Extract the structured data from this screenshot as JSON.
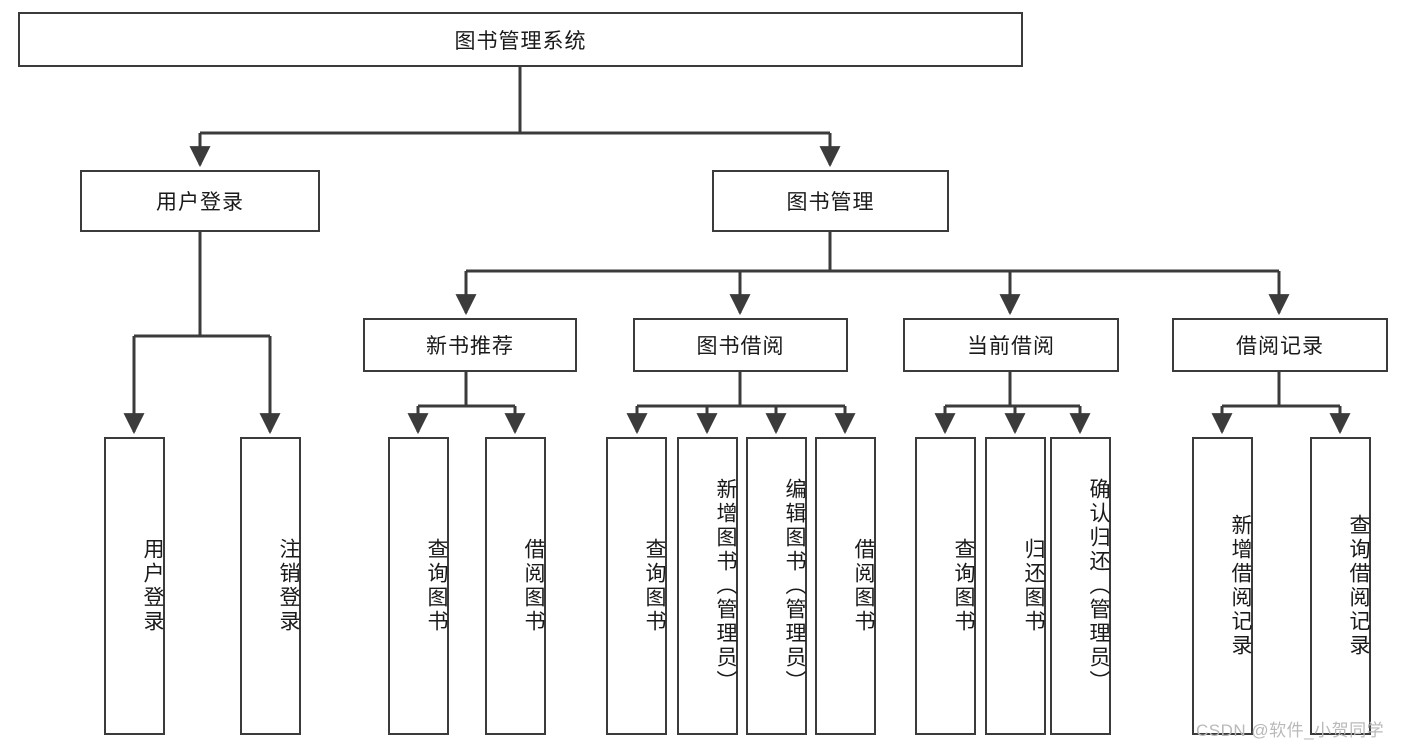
{
  "diagram": {
    "title": "图书管理系统",
    "type": "hierarchy-tree",
    "watermark": "CSDN @软件_小贺同学",
    "colors": {
      "stroke": "#3b3b3b",
      "fill": "#ffffff",
      "text": "#1a1a1a",
      "watermark": "#b9b9b9"
    },
    "levels": {
      "root": {
        "label": "图书管理系统"
      },
      "level2": [
        {
          "id": "user-login",
          "label": "用户登录"
        },
        {
          "id": "book-management",
          "label": "图书管理"
        }
      ],
      "level3": [
        {
          "id": "new-book-recommend",
          "label": "新书推荐"
        },
        {
          "id": "book-borrow",
          "label": "图书借阅"
        },
        {
          "id": "current-borrow",
          "label": "当前借阅"
        },
        {
          "id": "borrow-record",
          "label": "借阅记录"
        }
      ],
      "leaves": {
        "user_login": [
          {
            "id": "leaf-user-login",
            "label": "用户登录"
          },
          {
            "id": "leaf-logout-login",
            "label": "注销登录"
          }
        ],
        "new_book_recommend": [
          {
            "id": "leaf-query-book-1",
            "label": "查询图书"
          },
          {
            "id": "leaf-borrow-book-1",
            "label": "借阅图书"
          }
        ],
        "book_borrow": [
          {
            "id": "leaf-query-book-2",
            "label": "查询图书"
          },
          {
            "id": "leaf-add-book",
            "label": "新增图书（管理员）"
          },
          {
            "id": "leaf-edit-book",
            "label": "编辑图书（管理员）"
          },
          {
            "id": "leaf-borrow-book-2",
            "label": "借阅图书"
          }
        ],
        "current_borrow": [
          {
            "id": "leaf-query-book-3",
            "label": "查询图书"
          },
          {
            "id": "leaf-return-book",
            "label": "归还图书"
          },
          {
            "id": "leaf-confirm-return",
            "label": "确认归还（管理员）"
          }
        ],
        "borrow_record": [
          {
            "id": "leaf-add-borrow-record",
            "label": "新增借阅记录"
          },
          {
            "id": "leaf-query-borrow-record",
            "label": "查询借阅记录"
          }
        ]
      }
    }
  }
}
